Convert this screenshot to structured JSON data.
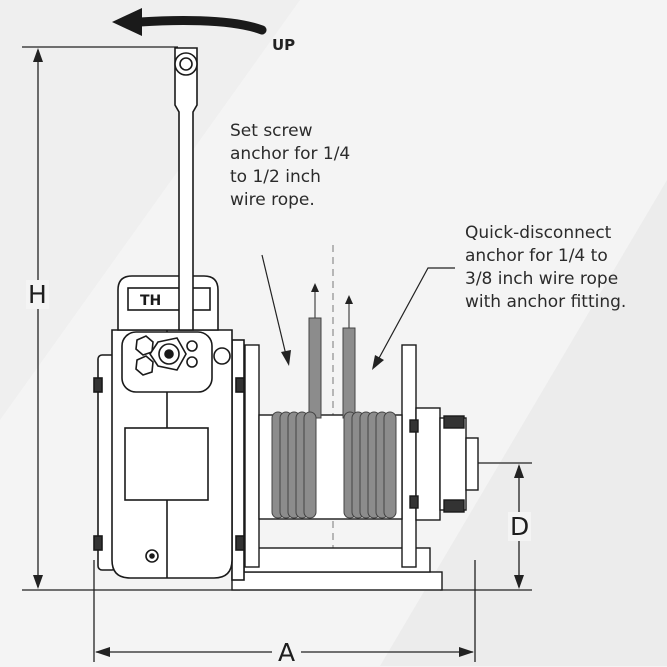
{
  "labels": {
    "up": "UP",
    "set_screw": "Set screw\nanchor for 1/4\nto 1/2 inch\nwire rope.",
    "quick_disconnect": "Quick-disconnect\nanchor for 1/4 to\n3/8 inch wire rope\nwith anchor fitting."
  },
  "dimensions": {
    "height": "H",
    "width": "A",
    "drum_height": "D"
  },
  "colors": {
    "rope": "#8c8c8c",
    "outline": "#1a1a1a",
    "arrow": "#1a1a1a"
  }
}
